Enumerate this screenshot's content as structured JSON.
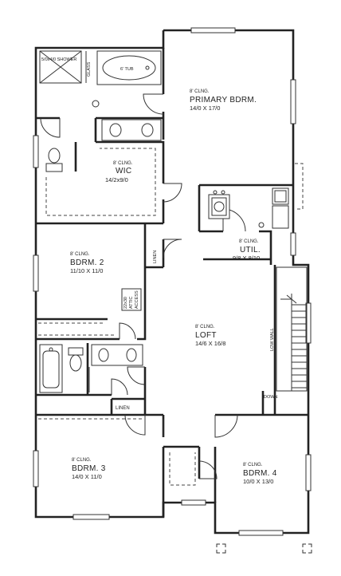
{
  "rooms": {
    "primary": {
      "clng": "8' CLNG.",
      "name": "PRIMARY BDRM.",
      "dims": "14/0 X 17/0"
    },
    "wic": {
      "clng": "8' CLNG.",
      "name": "WIC",
      "dims": "14/2x9/0"
    },
    "util": {
      "clng": "8' CLNG.",
      "name": "UTIL.",
      "dims": "9/8 X 8/10"
    },
    "bdrm2": {
      "clng": "8' CLNG.",
      "name": "BDRM. 2",
      "dims": "11/10 X 11/0"
    },
    "loft": {
      "clng": "8' CLNG.",
      "name": "LOFT",
      "dims": "14/6 X 16/8"
    },
    "bdrm3": {
      "clng": "8' CLNG.",
      "name": "BDRM. 3",
      "dims": "14/0 X 11/0"
    },
    "bdrm4": {
      "clng": "8' CLNG.",
      "name": "BDRM. 4",
      "dims": "10/0 X 13/0"
    }
  },
  "labels": {
    "shower": "5/0x4/0 SHOWER",
    "tub": "6' TUB",
    "glass": "GLASS",
    "linen_upper": "LINEN",
    "linen_lower": "LINEN",
    "attic": [
      "22x30",
      "ATTIC",
      "ACCESS"
    ],
    "low_wall": "LOW WALL",
    "down": "DOWN"
  }
}
